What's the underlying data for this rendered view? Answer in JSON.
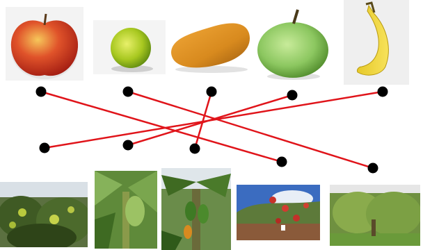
{
  "colors": {
    "line": "#e0141a",
    "dot": "#000000",
    "background": "#ffffff"
  },
  "fruits": [
    {
      "name": "apple-icon"
    },
    {
      "name": "orange-icon"
    },
    {
      "name": "papaya-icon"
    },
    {
      "name": "guava-icon"
    },
    {
      "name": "banana-icon"
    }
  ],
  "plants": [
    {
      "name": "orange-tree-icon"
    },
    {
      "name": "banana-plant-icon"
    },
    {
      "name": "papaya-tree-icon"
    },
    {
      "name": "apple-tree-icon"
    },
    {
      "name": "guava-tree-icon"
    }
  ],
  "matches": [
    {
      "fruit": 0,
      "plant": 3
    },
    {
      "fruit": 1,
      "plant": 4
    },
    {
      "fruit": 2,
      "plant": 2
    },
    {
      "fruit": 3,
      "plant": 1
    },
    {
      "fruit": 4,
      "plant": 0
    }
  ]
}
